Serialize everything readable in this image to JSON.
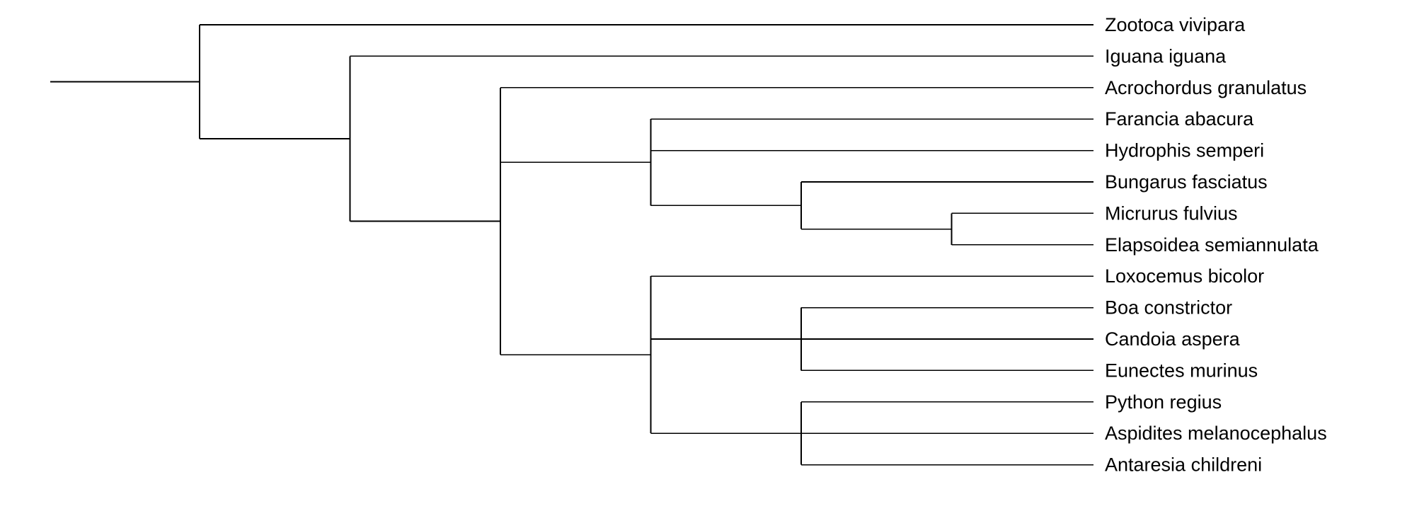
{
  "colors": {
    "background": "#ffffff",
    "branch": "#000000",
    "text": "#000000"
  },
  "tree": {
    "children": [
      {
        "label": "Zootoca vivipara"
      },
      {
        "children": [
          {
            "label": "Iguana iguana"
          },
          {
            "children": [
              {
                "label": "Acrochordus granulatus"
              },
              {
                "children": [
                  {
                    "label": "Farancia abacura"
                  },
                  {
                    "label": "Hydrophis semperi"
                  },
                  {
                    "children": [
                      {
                        "label": "Bungarus fasciatus"
                      },
                      {
                        "children": [
                          {
                            "label": "Micrurus fulvius"
                          },
                          {
                            "label": "Elapsoidea semiannulata"
                          }
                        ]
                      }
                    ]
                  }
                ]
              },
              {
                "children": [
                  {
                    "label": "Loxocemus bicolor"
                  },
                  {
                    "children": [
                      {
                        "label": "Boa constrictor"
                      },
                      {
                        "label": "Candoia aspera"
                      },
                      {
                        "label": "Eunectes murinus"
                      }
                    ]
                  },
                  {
                    "children": [
                      {
                        "label": "Python regius"
                      },
                      {
                        "label": "Aspidites melanocephalus"
                      },
                      {
                        "label": "Antaresia childreni"
                      }
                    ]
                  }
                ]
              }
            ]
          }
        ]
      }
    ]
  }
}
